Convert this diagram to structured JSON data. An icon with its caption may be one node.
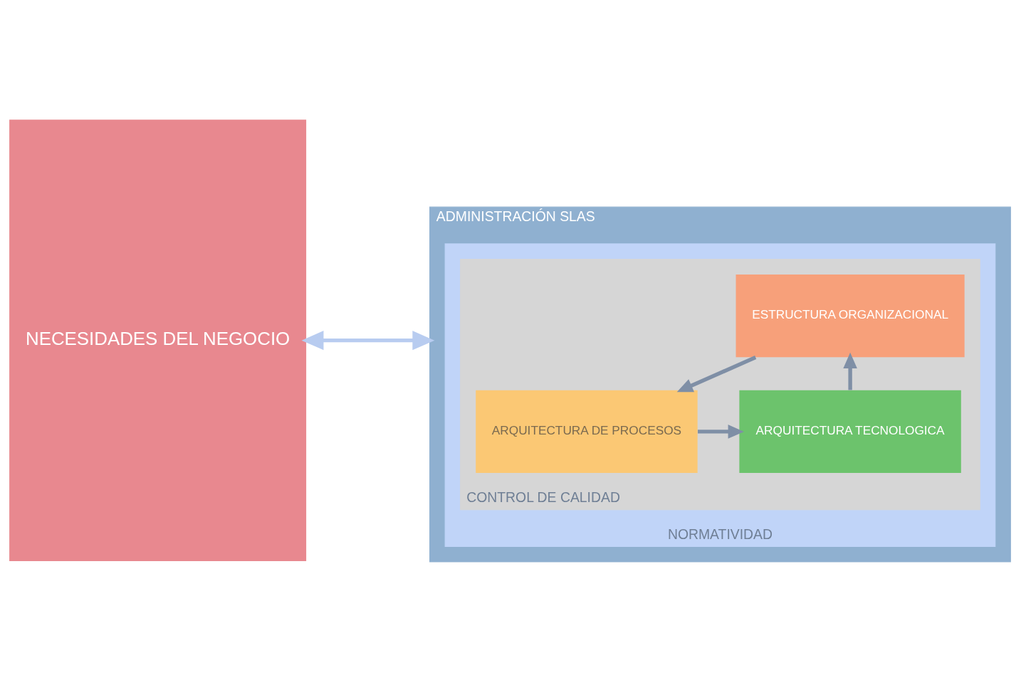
{
  "diagram": {
    "nodes": [
      {
        "text": [
          "NECESIDADES DEL NEGOCIO"
        ]
      },
      {
        "text": [
          "ADMINISTRACIÓN SLAS"
        ]
      },
      {
        "text": [
          "NORMATIVIDAD"
        ],
        "in": 1
      },
      {
        "text": [
          "CONTROL DE CALIDAD"
        ],
        "in": 2
      },
      {
        "text": [
          "ARQUITECTURA TECNOLOGICA"
        ],
        "in": 3
      },
      {
        "text": [
          "ARQUITECTURA DE PROCESOS"
        ],
        "in": 3
      },
      {
        "text": [
          "ESTRUCTURA ORGANIZACIONAL"
        ],
        "in": 3
      }
    ],
    "edges": [
      {
        "from": 0,
        "to": 1,
        "arrow": "both",
        "color": "#b8ccf0"
      },
      {
        "from": 5,
        "to": 4,
        "arrow": "to"
      },
      {
        "from": 4,
        "to": 6,
        "arrow": "to"
      },
      {
        "from": 6,
        "to": 5,
        "arrow": "to"
      }
    ]
  }
}
